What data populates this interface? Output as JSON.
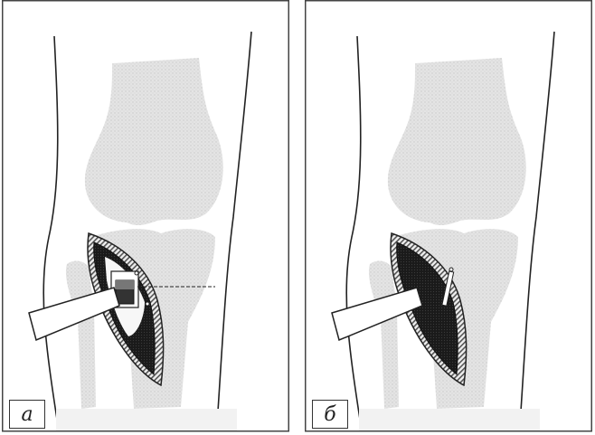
{
  "panels": [
    {
      "id": "a",
      "label": "а"
    },
    {
      "id": "b",
      "label": "б"
    }
  ],
  "colors": {
    "frame": "#444444",
    "bone_fill": "#dcdcdc",
    "window_dark": "#1f1f1f",
    "outline": "#222222"
  }
}
